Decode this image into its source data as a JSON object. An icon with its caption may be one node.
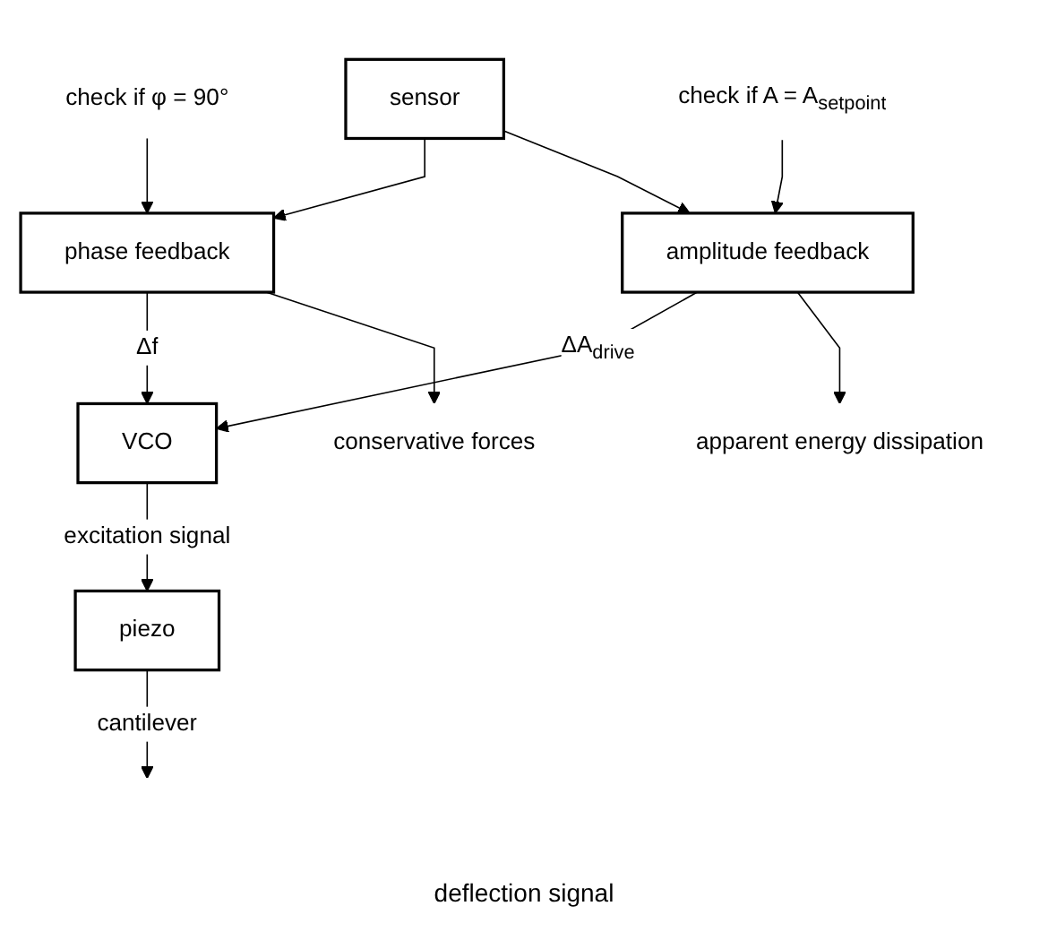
{
  "diagram": {
    "nodes": [
      {
        "text": [
          "VCO"
        ]
      },
      {
        "text": [
          "piezo"
        ]
      },
      {
        "text": [
          "check if φ = 90°"
        ]
      },
      {
        "text": [
          "phase feedback"
        ]
      },
      {
        "text": [
          "sensor"
        ]
      },
      {
        "text": [
          "amplitude feedback"
        ]
      },
      {
        "text": [
          "apparent energy dissipation"
        ]
      },
      {
        "text": [
          "conservative forces"
        ]
      },
      {
        "text": [
          "check if A = A$_{setpoint}$"
        ]
      }
    ],
    "edges": [
      {
        "from": 0,
        "to": 1,
        "arrow": "to",
        "label": "excitation signal"
      },
      {
        "from": 1,
        "to": null,
        "arrow": "to",
        "label": "cantilever"
      },
      {
        "from": 2,
        "to": 3,
        "arrow": "to"
      },
      {
        "from": 4,
        "to": 3,
        "arrow": "to"
      },
      {
        "from": 4,
        "to": 5,
        "arrow": "to"
      },
      {
        "from": 3,
        "to": 0,
        "arrow": "to",
        "label": "Δf"
      },
      {
        "from": 3,
        "to": 7,
        "arrow": "to"
      },
      {
        "from": 5,
        "to": 0,
        "arrow": "to",
        "label": "ΔA$_{drive}$"
      },
      {
        "from": 5,
        "to": 6,
        "arrow": "to"
      },
      {
        "from": 8,
        "to": 5,
        "arrow": "to"
      }
    ],
    "labels": [
      "deflection signal"
    ]
  }
}
